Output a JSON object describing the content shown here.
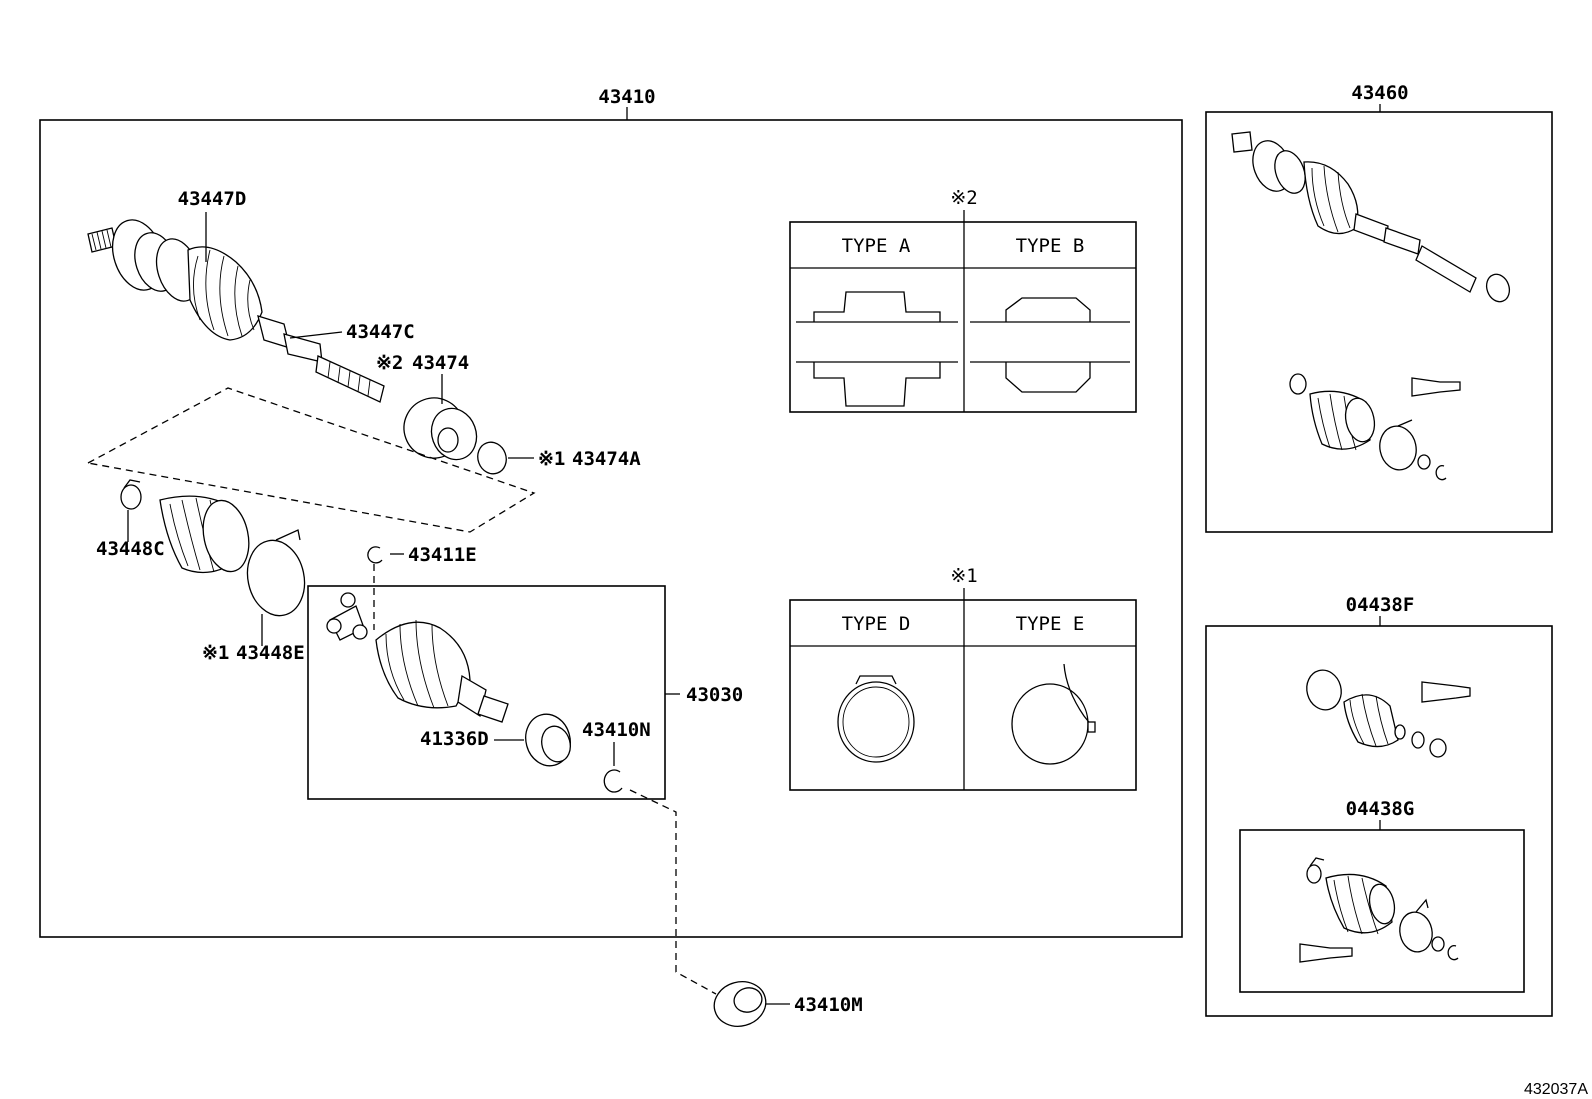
{
  "labels": {
    "main_assembly": "43410",
    "outer_joint": "43447D",
    "shaft_part": "43447C",
    "damper_note": "※2",
    "damper": "43474",
    "damper_band_note": "※1",
    "damper_band": "43474A",
    "boot_clamp": "43448C",
    "boot_band_note": "※1",
    "boot_band": "43448E",
    "snap_ring": "43411E",
    "inner_joint": "43030",
    "dust_cover": "41336D",
    "inner_ring": "43410N",
    "bearing": "43410M",
    "rh_assembly": "43460",
    "boot_kit_f": "04438F",
    "boot_kit_g": "04438G",
    "diagram_code": "432037A"
  },
  "type_tables": {
    "damper": {
      "note": "※2",
      "type_a": "TYPE A",
      "type_b": "TYPE B"
    },
    "band": {
      "note": "※1",
      "type_d": "TYPE D",
      "type_e": "TYPE E"
    }
  }
}
